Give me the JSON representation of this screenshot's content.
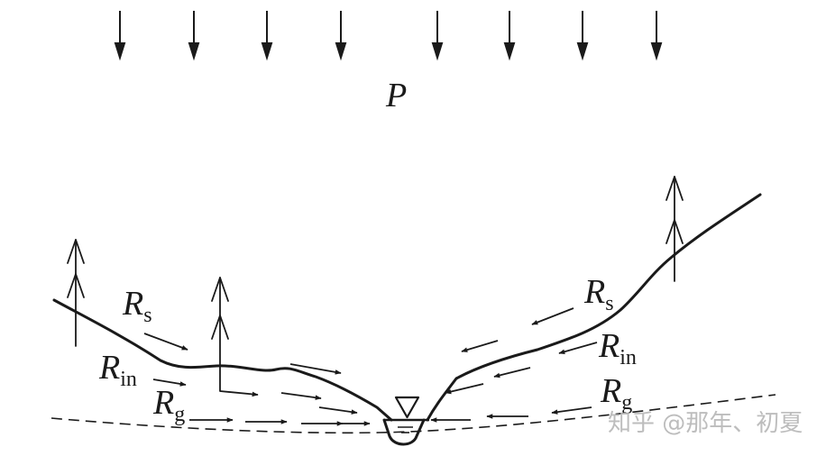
{
  "labels": {
    "precipitation": "P",
    "runoff_left": {
      "main": "R",
      "sub": "s"
    },
    "interflow_left": {
      "main": "R",
      "sub": "in"
    },
    "groundwater_left": {
      "main": "R",
      "sub": "g"
    },
    "runoff_right": {
      "main": "R",
      "sub": "s"
    },
    "interflow_right": {
      "main": "R",
      "sub": "in"
    },
    "groundwater_right": {
      "main": "R",
      "sub": "g"
    }
  },
  "watermark": "知乎 @那年、初夏",
  "colors": {
    "ink": "#1a1a1a",
    "background": "#ffffff",
    "watermark": "#bdbdbd"
  }
}
